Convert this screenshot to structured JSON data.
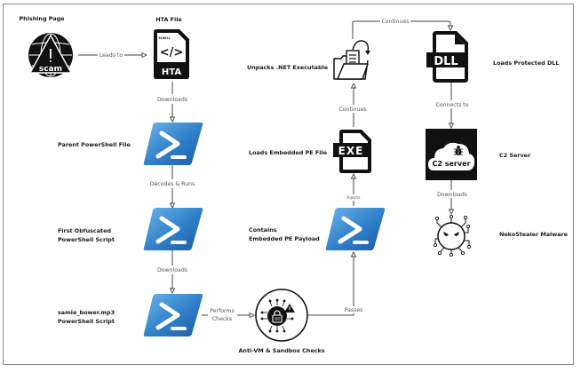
{
  "diagram": {
    "nodes": {
      "phishing": {
        "label": "Phishing Page",
        "icon": "scam-globe-icon",
        "icon_text": "scam"
      },
      "hta": {
        "label": "HTA File",
        "icon": "hta-file-icon",
        "icon_text": "HTA",
        "icon_header": "010011",
        "icon_code": "</>"
      },
      "parent_ps": {
        "label": "Parent PowerShell File",
        "icon": "powershell-icon"
      },
      "first_obf": {
        "label_line1": "First Obfuscated",
        "label_line2": "PowerShell Script",
        "icon": "powershell-icon"
      },
      "samie": {
        "label_line1": "samie_bower.mp3",
        "label_line2": "PowerShell  Script",
        "icon": "powershell-icon"
      },
      "antivm": {
        "label": "Anti-VM & Sandbox Checks",
        "icon": "locked-chip-warning-icon"
      },
      "payload": {
        "label_line1": "Contains",
        "label_line2": "Embedded PE Payload",
        "icon": "powershell-icon"
      },
      "exe": {
        "label": "Loads Embedded PE File",
        "icon": "exe-file-icon",
        "icon_text": "EXE"
      },
      "unpack": {
        "label": "Unpacks .NET Executable",
        "icon": "folder-unpack-icon"
      },
      "dll": {
        "label": "Loads Protected DLL",
        "icon": "dll-file-icon",
        "icon_text": "DLL"
      },
      "c2": {
        "label": "C2 Server",
        "icon": "c2-cloud-bug-icon",
        "icon_text": "C2 server"
      },
      "neko": {
        "label": "NekoStealer Malware",
        "icon": "virus-icon"
      }
    },
    "edges": {
      "leads_to": "Leads to",
      "downloads_1": "Downloads",
      "decodes_runs": "Decodes & Runs",
      "downloads_2": "Downloads",
      "performs_line1": "Performs",
      "performs_line2": "Checks",
      "passes": "Passes",
      "injects": "Injects",
      "continues_1": "Continues",
      "continues_2": "Continues",
      "connects_to": "Connects to",
      "downloads_3": "Downloads"
    },
    "colors": {
      "powershell_blue_light": "#5ba3de",
      "powershell_blue_dark": "#1f5fa8",
      "icon_black": "#111111",
      "line_gray": "#444444",
      "border_gray": "#8a8a8a"
    }
  }
}
